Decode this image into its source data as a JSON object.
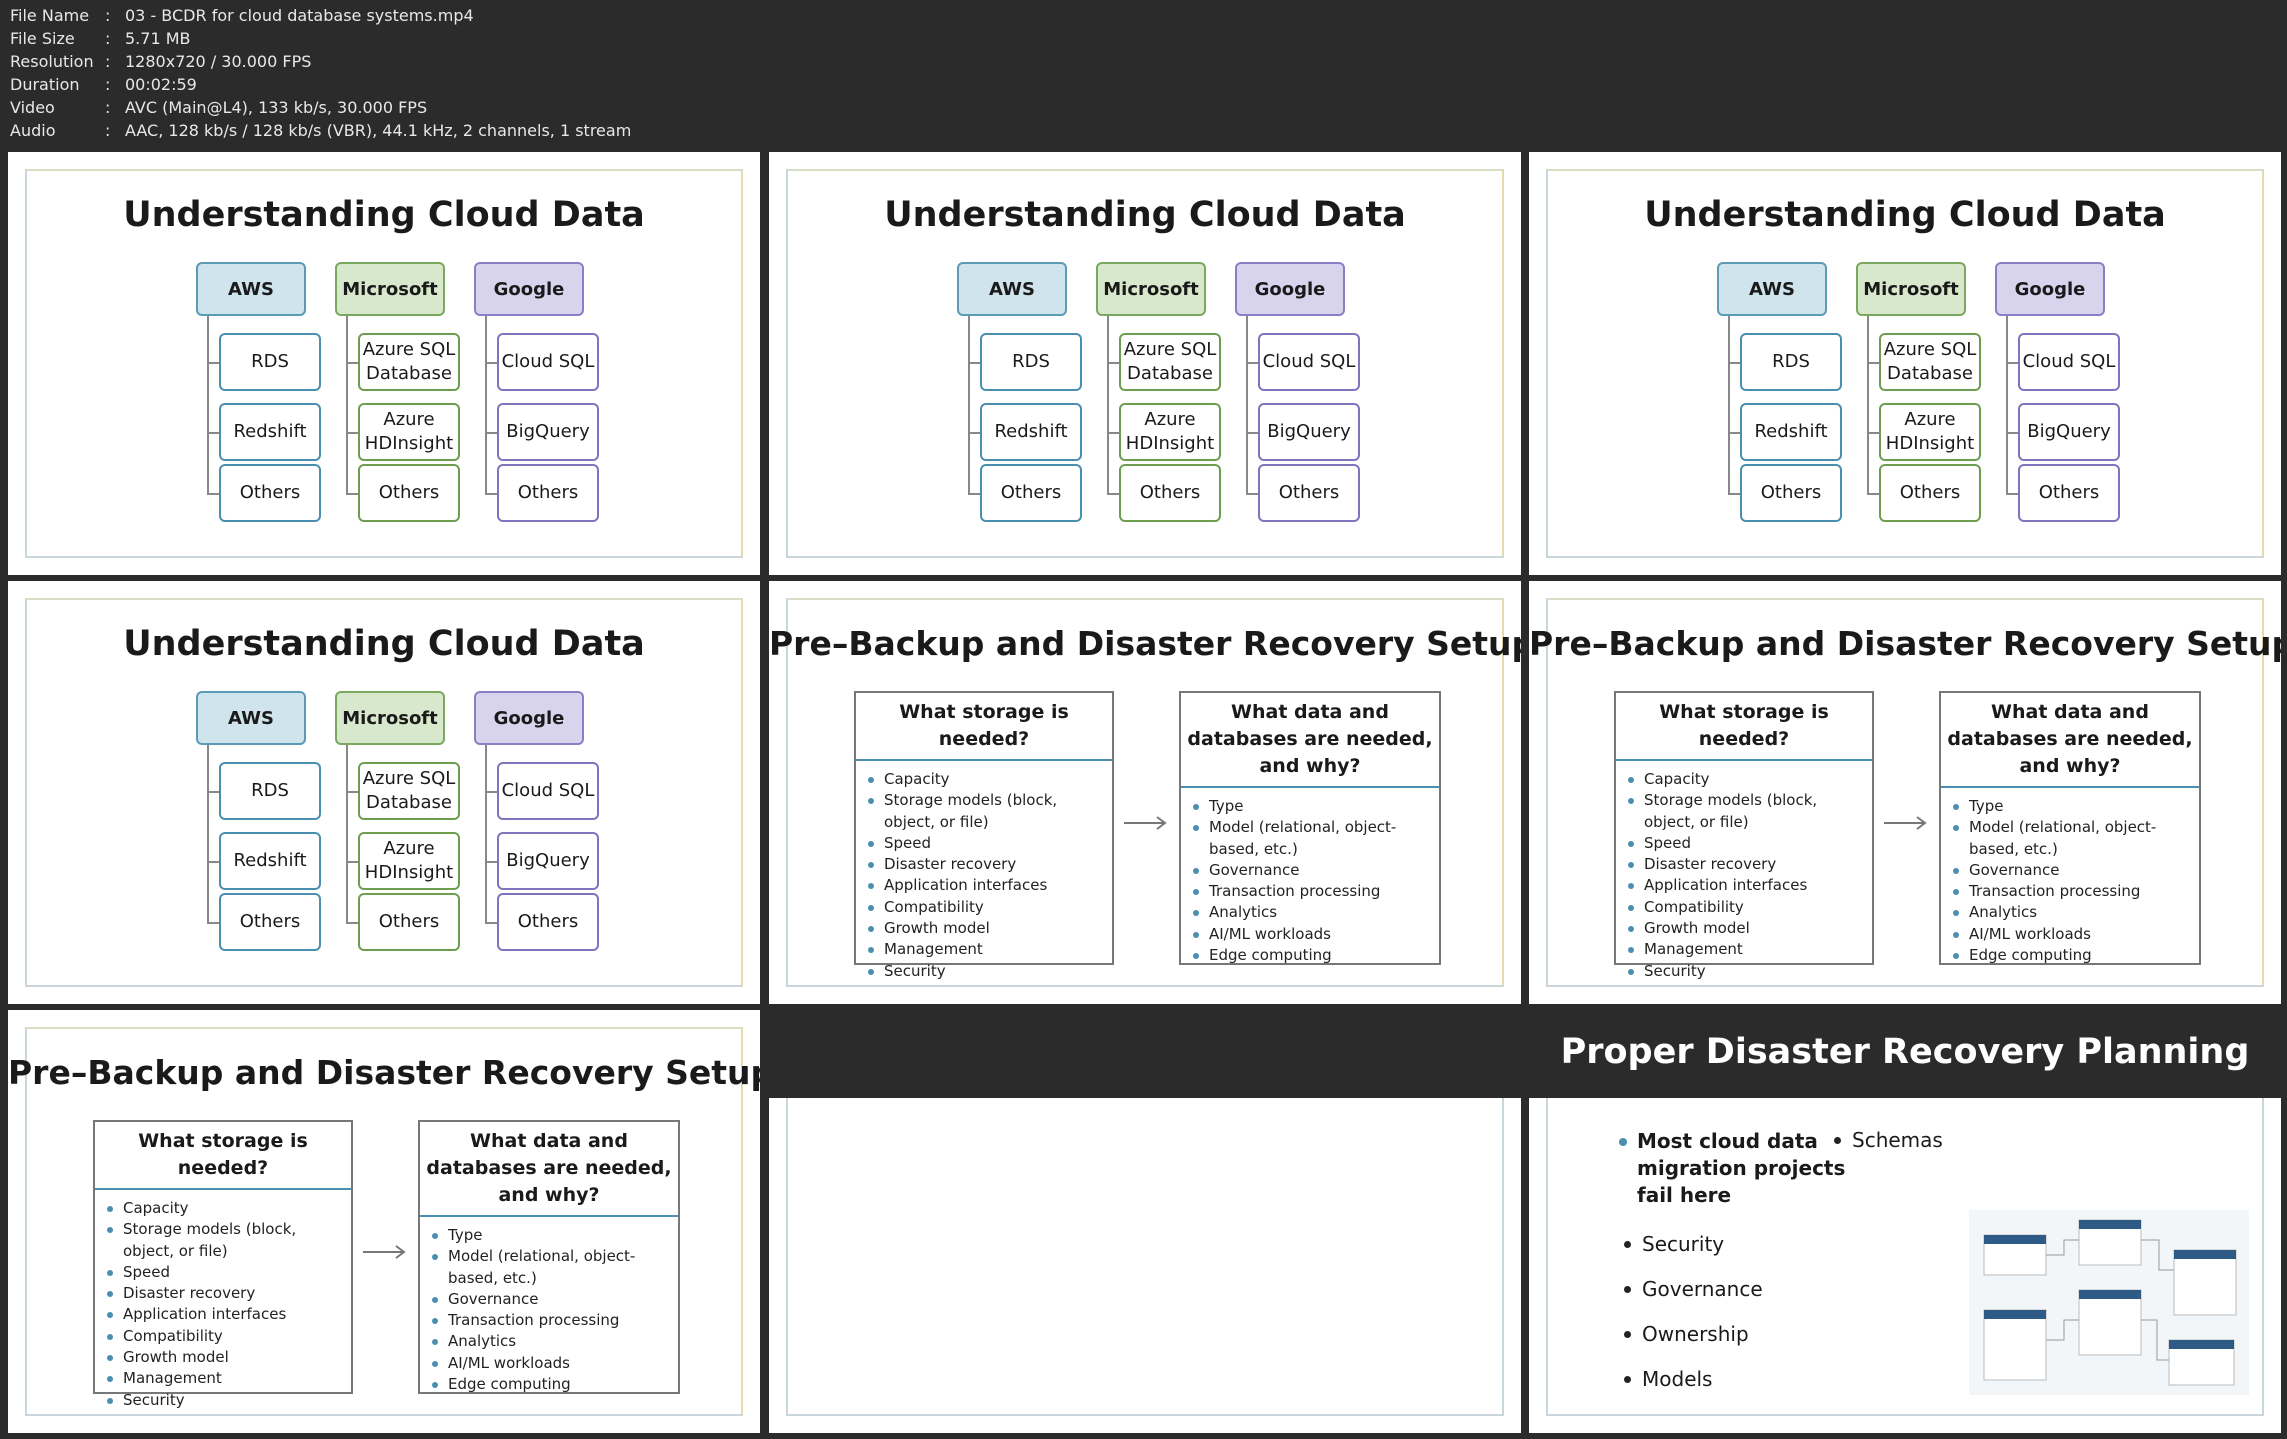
{
  "info": {
    "file_name_label": "File Name",
    "file_name": "03 - BCDR for cloud database systems.mp4",
    "file_size_label": "File Size",
    "file_size": "5.71 MB",
    "resolution_label": "Resolution",
    "resolution": "1280x720 / 30.000 FPS",
    "duration_label": "Duration",
    "duration": "00:02:59",
    "video_label": "Video",
    "video": "AVC (Main@L4), 133 kb/s, 30.000 FPS",
    "audio_label": "Audio",
    "audio": "AAC, 128 kb/s / 128 kb/s (VBR), 44.1 kHz, 2 channels, 1 stream"
  },
  "cloud": {
    "title": "Understanding Cloud Data",
    "aws": {
      "header": "AWS",
      "items": [
        "RDS",
        "Redshift",
        "Others"
      ]
    },
    "microsoft": {
      "header": "Microsoft",
      "items": [
        "Azure SQL Database",
        "Azure HDInsight",
        "Others"
      ]
    },
    "google": {
      "header": "Google",
      "items": [
        "Cloud SQL",
        "BigQuery",
        "Others"
      ]
    }
  },
  "backup": {
    "title": "Pre–Backup and Disaster Recovery Setup",
    "left_header": "What storage is needed?",
    "left_items": [
      "Capacity",
      "Storage models (block, object, or file)",
      "Speed",
      "Disaster recovery",
      "Application interfaces",
      "Compatibility",
      "Growth model",
      "Management",
      "Security"
    ],
    "right_header": "What data and databases are needed, and why?",
    "right_items": [
      "Type",
      "Model (relational, object-based, etc.)",
      "Governance",
      "Transaction processing",
      "Analytics",
      "AI/ML workloads",
      "Edge computing"
    ]
  },
  "dr": {
    "title": "Proper Disaster Recovery Planning",
    "main_point": "Most cloud data migration projects fail here",
    "sub_points": [
      "Security",
      "Governance",
      "Ownership",
      "Models"
    ],
    "right_point": "Schemas"
  },
  "colors": {
    "aws": "#4a8fb0",
    "microsoft": "#6d9e4f",
    "google": "#7f74bd"
  }
}
